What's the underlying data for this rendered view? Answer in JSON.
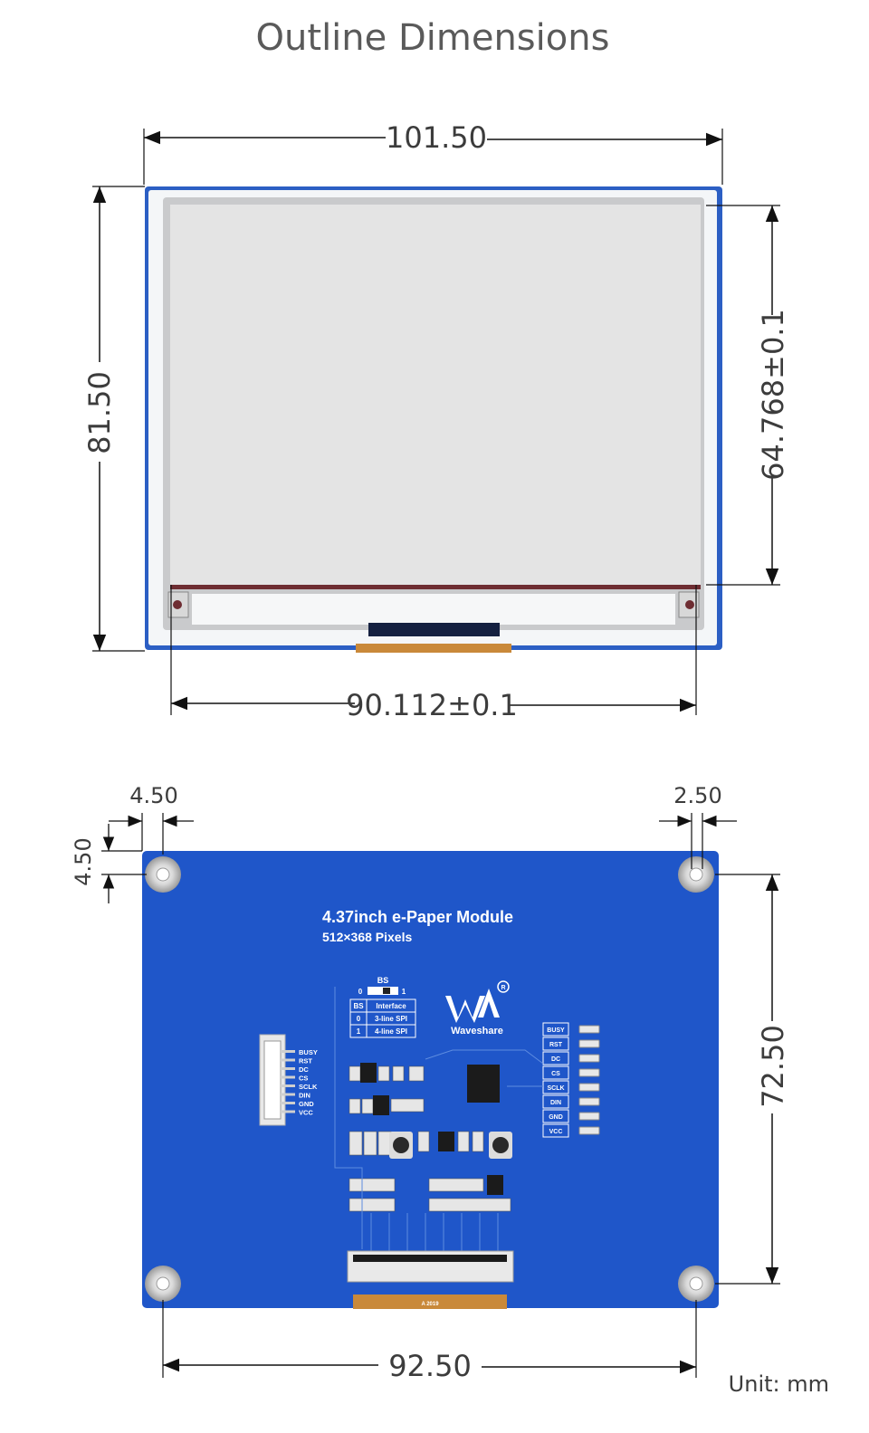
{
  "title": "Outline Dimensions",
  "unit": "Unit: mm",
  "front": {
    "width": "101.50",
    "height": "81.50",
    "active_width": "90.112±0.1",
    "active_height": "64.768±0.1"
  },
  "back": {
    "hole_offset_x": "4.50",
    "hole_offset_y": "4.50",
    "hole_diameter": "2.50",
    "hole_span_x": "92.50",
    "hole_span_y": "72.50",
    "module_name": "4.37inch e-Paper Module",
    "resolution": "512×368 Pixels",
    "brand": "Waveshare",
    "bs_label": "BS",
    "bs_zero": "0",
    "bs_one": "1",
    "bs_table": {
      "headers": [
        "BS",
        "Interface"
      ],
      "rows": [
        [
          "0",
          "3-line SPI"
        ],
        [
          "1",
          "4-line SPI"
        ]
      ]
    },
    "connector_pins": [
      "BUSY",
      "RST",
      "DC",
      "CS",
      "SCLK",
      "DIN",
      "GND",
      "VCC"
    ],
    "header_pins": [
      "BUSY",
      "RST",
      "DC",
      "CS",
      "SCLK",
      "DIN",
      "GND",
      "VCC"
    ],
    "fpc_marking": "A 2019"
  },
  "colors": {
    "pcb_blue": "#1f56c9",
    "frame_blue": "#2c5fc4",
    "screen_gray": "#e6e6e6",
    "fpc_orange": "#c9893a"
  }
}
